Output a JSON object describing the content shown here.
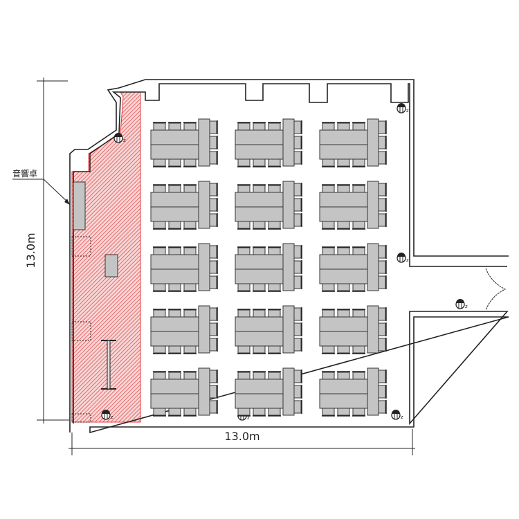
{
  "labels": {
    "sound_desk": "音響卓",
    "width_dimension": "13.0m",
    "height_dimension": "13.0m",
    "outlet_mark": "z"
  },
  "colors": {
    "restricted_area": "#e83c3c",
    "furniture": "#c4c4c4",
    "wall": "#222222"
  },
  "layout": {
    "table_group_rows": 5,
    "table_group_cols": 3,
    "chairs_per_side": 3
  }
}
